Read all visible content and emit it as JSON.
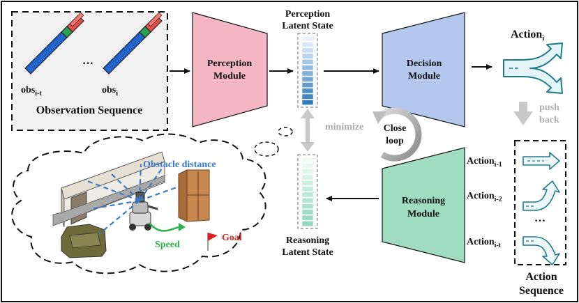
{
  "observation": {
    "obs_first": "obs",
    "obs_first_sub": "i-t",
    "obs_dots": "…",
    "obs_last": "obs",
    "obs_last_sub": "i",
    "title": "Observation Sequence"
  },
  "perception_module": {
    "line1": "Perception",
    "line2": "Module"
  },
  "perception_latent": {
    "line1": "Perception",
    "line2": "Latent State"
  },
  "minimize": "minimize",
  "reasoning_latent": {
    "line1": "Reasoning",
    "line2": "Latent State"
  },
  "decision_module": {
    "line1": "Decision",
    "line2": "Module"
  },
  "reasoning_module": {
    "line1": "Reasoning",
    "line2": "Module"
  },
  "close_loop": {
    "line1": "Close",
    "line2": "loop"
  },
  "action_current": {
    "text": "Action",
    "sub": "i"
  },
  "push_back": {
    "line1": "push",
    "line2": "back"
  },
  "action_sequence": {
    "items": [
      {
        "text": "Action",
        "sub": "i-1"
      },
      {
        "text": "Action",
        "sub": "i-2"
      },
      {
        "text": "Action",
        "sub": "i-t"
      }
    ],
    "dots": "…",
    "title_line1": "Action",
    "title_line2": "Sequence"
  },
  "scene": {
    "obstacle_distance": "Obstacle distance",
    "speed": "Speed",
    "goal": "Goal"
  },
  "colors": {
    "perception_fill": "#f4b6c2",
    "decision_fill": "#b4c8ee",
    "reasoning_fill": "#9fdcc0",
    "perception_bar": "#2f7bbd",
    "reasoning_bar": "#8fd8bd",
    "obstacle_text": "#3a78c8",
    "speed_text": "#2db34a",
    "goal_text": "#e02020"
  }
}
